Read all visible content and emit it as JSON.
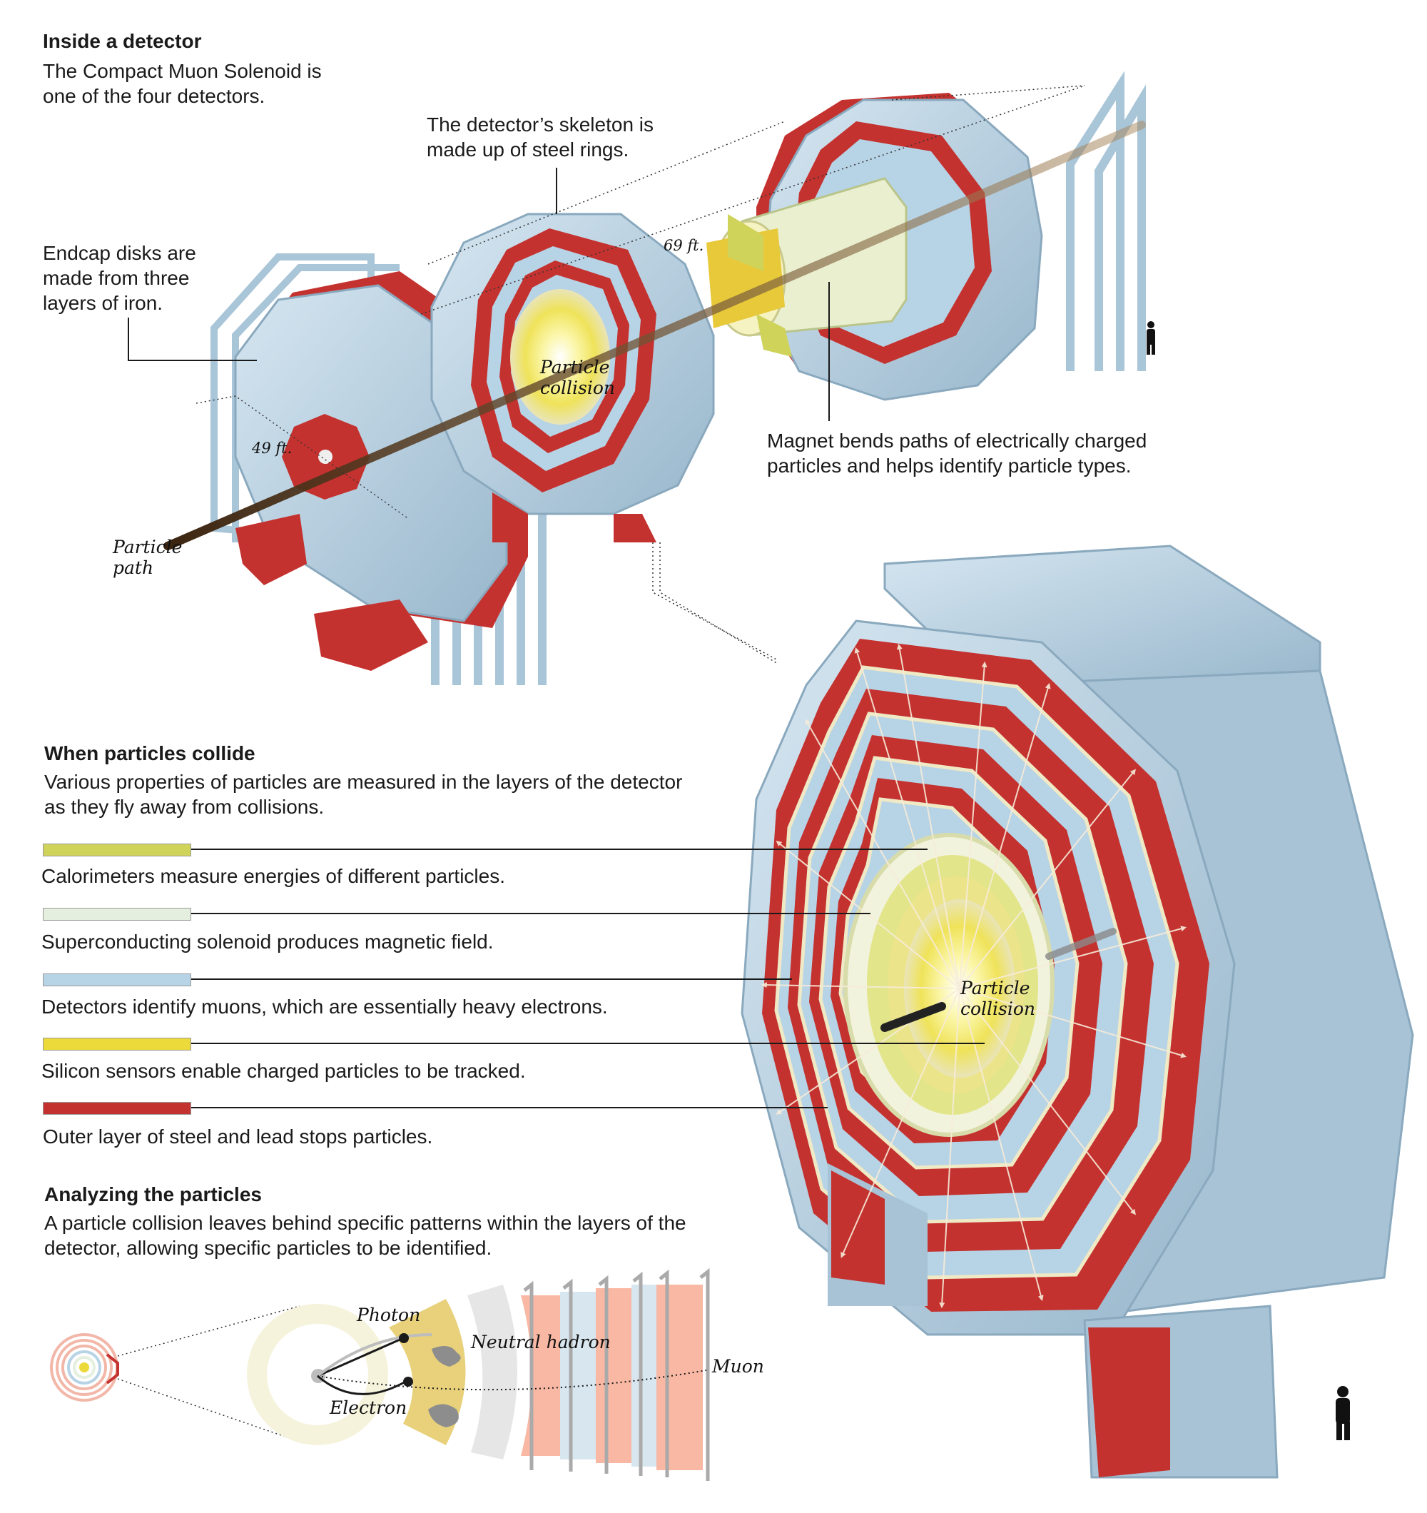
{
  "section1": {
    "title": "Inside a detector",
    "desc": "The Compact Muon Solenoid is one of the four detectors."
  },
  "callouts": {
    "skeleton": "The detector’s skeleton is made up of steel rings.",
    "endcap": "Endcap disks are made from three layers of iron.",
    "magnet": "Magnet bends paths of electrically charged particles and helps identify particle types.",
    "collision_top": "Particle collision",
    "collision_big": "Particle collision",
    "particle_path": "Particle path",
    "dim_69": "69 ft.",
    "dim_49": "49 ft."
  },
  "section2": {
    "title": "When particles collide",
    "desc": "Various properties of particles are measured in the layers of the detector as they fly away from collisions."
  },
  "legend": [
    {
      "label": "Calorimeters measure energies of different particles.",
      "color": "#cfd35a"
    },
    {
      "label": "Superconducting solenoid produces magnetic field.",
      "color": "#e4efdf"
    },
    {
      "label": "Detectors identify muons, which are essentially heavy electrons.",
      "color": "#b7d3e6"
    },
    {
      "label": "Silicon sensors enable charged particles to be tracked.",
      "color": "#ecd93a"
    },
    {
      "label": "Outer layer of steel and lead stops particles.",
      "color": "#c4322f"
    }
  ],
  "section3": {
    "title": "Analyzing the particles",
    "desc": "A particle collision leaves behind specific patterns within the layers of the detector, allowing specific particles to be identified."
  },
  "particles": {
    "photon": "Photon",
    "neutral_hadron": "Neutral hadron",
    "muon": "Muon",
    "electron": "Electron"
  },
  "colors": {
    "steel_red": "#c4322f",
    "muon_blue": "#b7d3e6",
    "calorimeter": "#cfd35a",
    "silicon": "#ecd93a",
    "solenoid": "#e4efdf"
  }
}
